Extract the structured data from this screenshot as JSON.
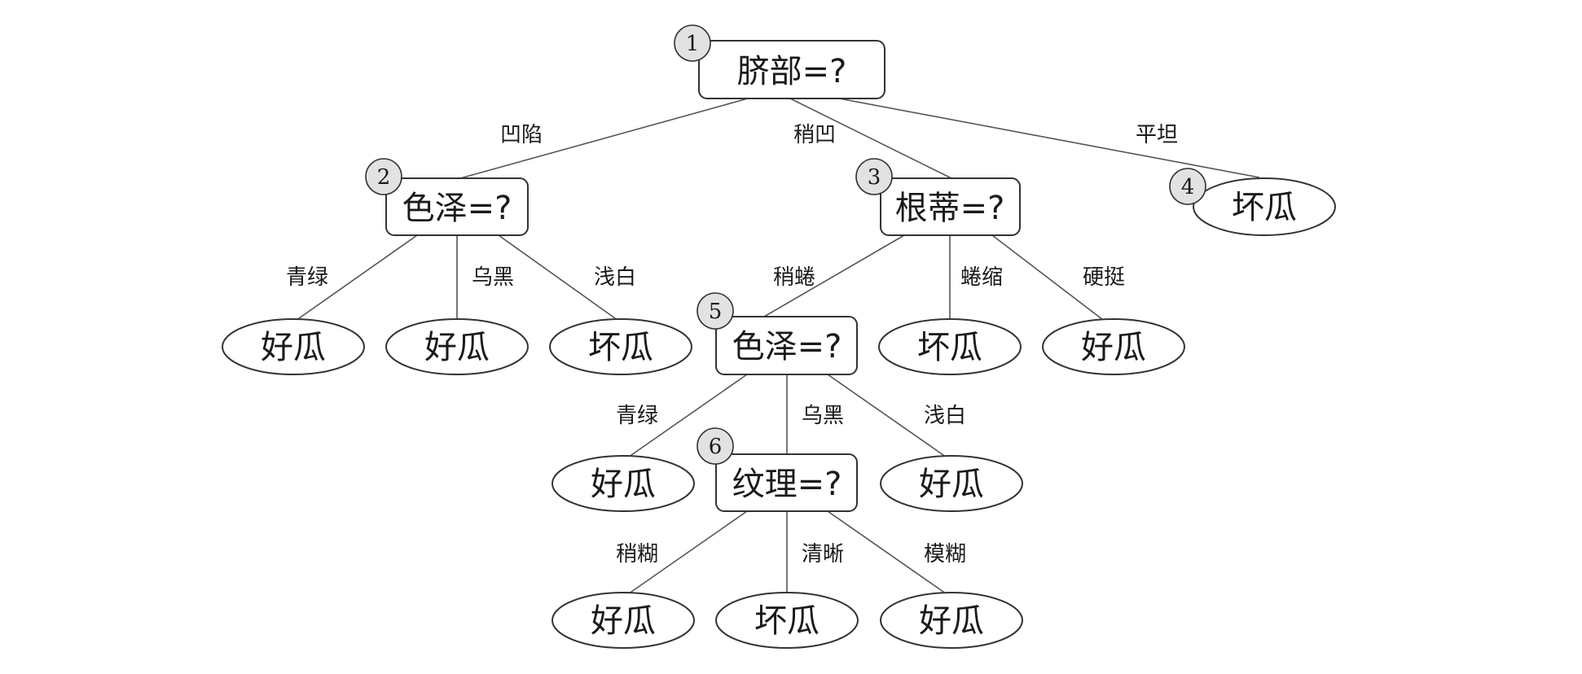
{
  "tree": {
    "nodes": {
      "n1": {
        "number": "1",
        "label": "脐部=?"
      },
      "n2": {
        "number": "2",
        "label": "色泽=?"
      },
      "n3": {
        "number": "3",
        "label": "根蒂=?"
      },
      "n4": {
        "number": "4",
        "label": "坏瓜"
      },
      "n5": {
        "number": "5",
        "label": "色泽=?"
      },
      "n6": {
        "number": "6",
        "label": "纹理=?"
      }
    },
    "leaves": {
      "l2a": "好瓜",
      "l2b": "好瓜",
      "l2c": "坏瓜",
      "l3b": "坏瓜",
      "l3c": "好瓜",
      "l5a": "好瓜",
      "l5c": "好瓜",
      "l6a": "好瓜",
      "l6b": "坏瓜",
      "l6c": "好瓜"
    },
    "edges": {
      "e1_2": "凹陷",
      "e1_3": "稍凹",
      "e1_4": "平坦",
      "e2_a": "青绿",
      "e2_b": "乌黑",
      "e2_c": "浅白",
      "e3_5": "稍蜷",
      "e3_b": "蜷缩",
      "e3_c": "硬挺",
      "e5_a": "青绿",
      "e5_6": "乌黑",
      "e5_c": "浅白",
      "e6_a": "稍糊",
      "e6_b": "清晰",
      "e6_c": "模糊"
    }
  }
}
